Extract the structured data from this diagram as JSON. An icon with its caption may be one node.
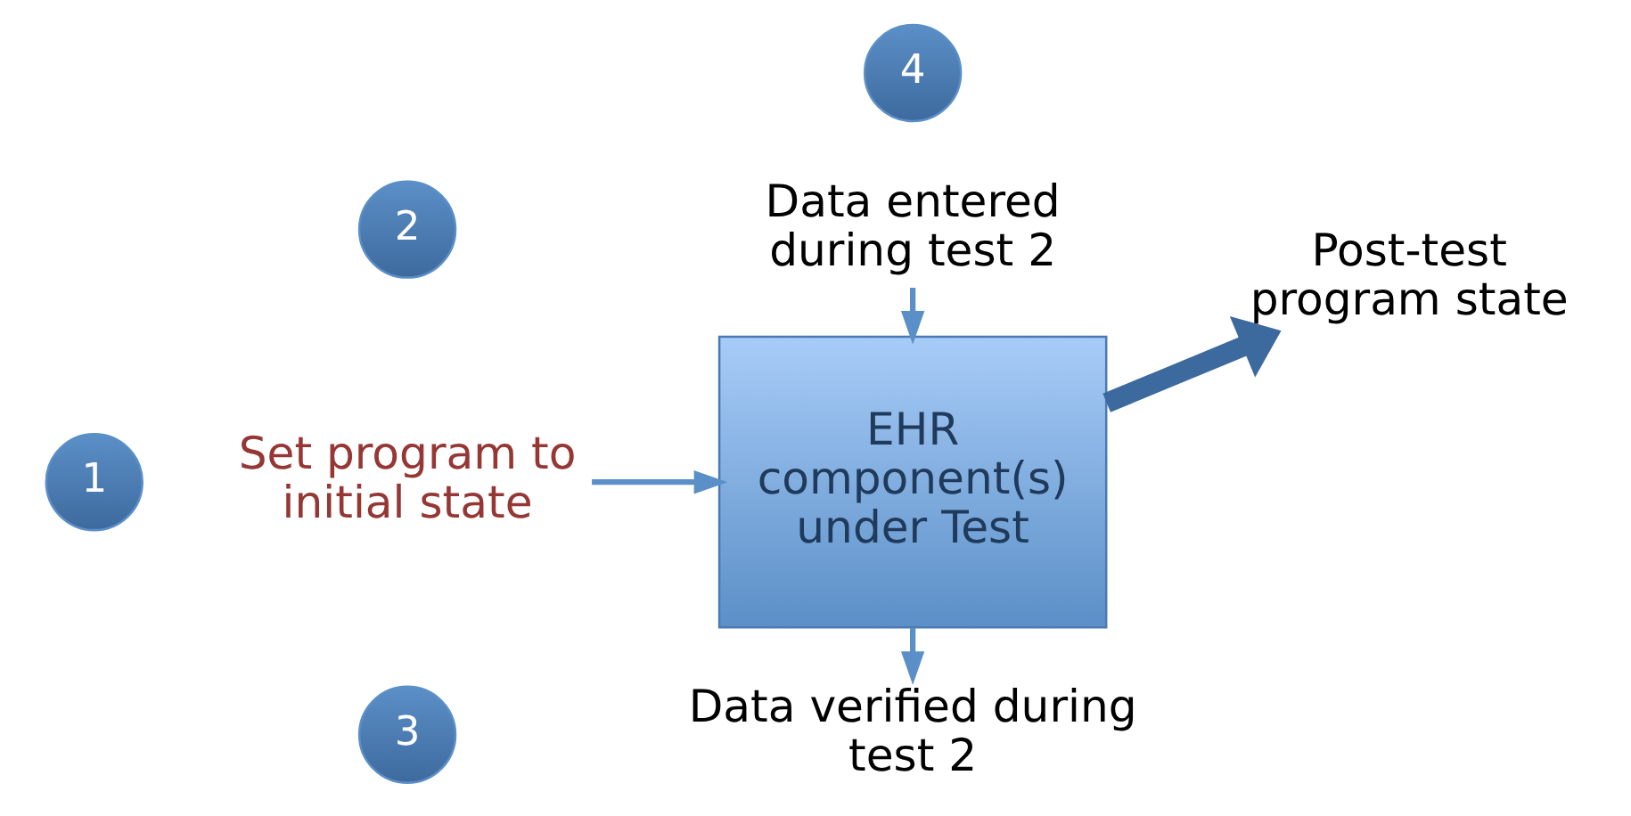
{
  "diagram": {
    "nodes": [
      {
        "text": [
          "1"
        ]
      },
      {
        "text": [
          "Set program to initial state"
        ]
      },
      {
        "text": [
          "2"
        ]
      },
      {
        "text": [
          "Data entered during test 2"
        ]
      },
      {
        "text": [
          "EHR component(s) under Test"
        ]
      },
      {
        "text": [
          "3"
        ]
      },
      {
        "text": [
          "Data verified during test 2"
        ]
      },
      {
        "text": [
          "4"
        ]
      },
      {
        "text": [
          "Post-test program state"
        ]
      }
    ],
    "edges": [
      {
        "from": 1,
        "to": 4,
        "arrow": "to"
      },
      {
        "from": 3,
        "to": 4,
        "arrow": "to"
      },
      {
        "from": 4,
        "to": 6,
        "arrow": "to"
      },
      {
        "from": 4,
        "to": 8,
        "arrow": "to",
        "style": "thick",
        "color": "#3d6a9e"
      }
    ]
  }
}
